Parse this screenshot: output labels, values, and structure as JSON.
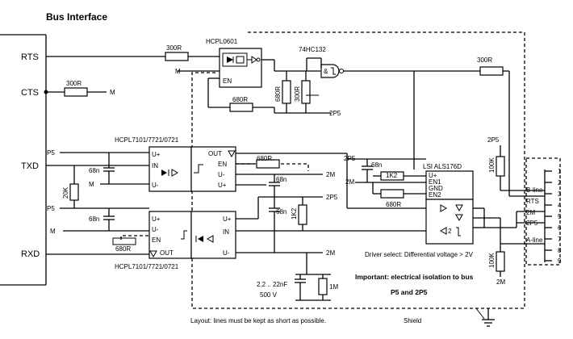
{
  "title": "Bus Interface",
  "signals": {
    "rts": "RTS",
    "cts": "CTS",
    "txd": "TXD",
    "rxd": "RXD"
  },
  "components": {
    "opto_top": "HCPL0601",
    "gate": "74HC132",
    "opto_mid": "HCPL7101/7721/0721",
    "opto_bot": "HCPL7101/7721/0721",
    "transceiver": "LSI ALS176D"
  },
  "resistors": {
    "r300_rts": "300R",
    "r300_cts": "300R",
    "r300_right": "300R",
    "r680_h": "680R",
    "r680_v": "680R",
    "r300_v": "300R",
    "r680_tx": "680R",
    "r680_rx": "680R",
    "r680_ic": "680R",
    "r1k2_a": "1K2",
    "r1k2_b": "1K2",
    "r20k": "20K",
    "r100k_a": "100K",
    "r100k_b": "100K",
    "r1m": "1M"
  },
  "capacitors": {
    "c68n_a": "68n",
    "c68n_b": "68n",
    "c68n_c": "68n",
    "c68n_d": "68n",
    "c68n_e": "68n",
    "c_shield": "2.2 .. 22nF",
    "c_voltage": "500 V"
  },
  "nets": {
    "m": "M",
    "p5": "P5",
    "m2": "2M",
    "p2p5": "2P5",
    "en": "EN",
    "u_plus": "U+",
    "u_minus": "U-",
    "in": "IN",
    "out": "OUT",
    "en1": "EN1",
    "en2": "EN2",
    "gnd": "GND"
  },
  "connector": {
    "pins": [
      "1",
      "2",
      "3",
      "4",
      "5",
      "6",
      "7",
      "8",
      "9"
    ],
    "labels": [
      "B-line",
      "RTS",
      "2M",
      "2P5",
      "A-line"
    ]
  },
  "notes": {
    "driver_select": "Driver select: Differential voltage > 2V",
    "important_line1": "Important: electrical isolation to bus",
    "important_line2": "P5 and 2P5",
    "layout": "Layout: lines must be kept as short as possible.",
    "shield": "Shield"
  }
}
